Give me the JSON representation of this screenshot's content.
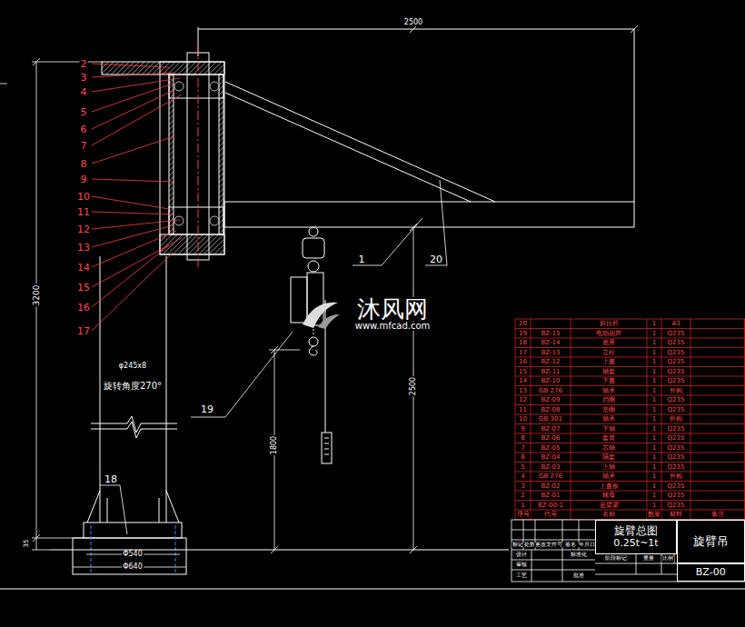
{
  "diagram": {
    "nodes": [
      {
        "text": [
          "旋臂总图",
          "0.25t~1t"
        ]
      },
      {
        "text": [
          "旋臂吊"
        ]
      },
      {
        "text": [
          "BZ-00"
        ]
      }
    ],
    "labels": [
      "2500",
      "3200",
      "2500",
      "1800",
      "φ245x8",
      "旋转角度270°",
      "Φ540",
      "Φ640",
      "35",
      "2",
      "3",
      "4",
      "5",
      "6",
      "7",
      "8",
      "9",
      "10",
      "11",
      "12",
      "13",
      "14",
      "15",
      "16",
      "17",
      "1",
      "20",
      "18",
      "19",
      "沐风网",
      "www.mfcad.com",
      "标记",
      "处数",
      "更改文件号",
      "签名",
      "年月日",
      "设计",
      "标准化",
      "审核",
      "工艺",
      "批准",
      "阶段标记",
      "重量",
      "比例",
      "20",
      "斜拉杆",
      "1",
      "A3",
      "19",
      "BZ-15",
      "电动葫芦",
      "1",
      "Q235",
      "18",
      "BZ-14",
      "底座",
      "1",
      "Q235",
      "17",
      "BZ-13",
      "立柱",
      "1",
      "Q235",
      "16",
      "BZ-12",
      "上盖",
      "1",
      "Q235",
      "15",
      "BZ-11",
      "轴套",
      "1",
      "Q235",
      "14",
      "BZ-10",
      "下盖",
      "1",
      "Q235",
      "13",
      "GB 276",
      "轴承",
      "1",
      "外购",
      "12",
      "BZ-09",
      "挡圈",
      "1",
      "Q235",
      "11",
      "BZ-08",
      "垫圈",
      "1",
      "Q235",
      "10",
      "GB 301",
      "轴承",
      "1",
      "外购",
      "9",
      "BZ-07",
      "下轴",
      "1",
      "Q235",
      "8",
      "BZ-06",
      "套筒",
      "1",
      "Q235",
      "7",
      "BZ-05",
      "芯轴",
      "1",
      "Q235",
      "6",
      "BZ-04",
      "隔套",
      "1",
      "Q235",
      "5",
      "BZ-03",
      "上轴",
      "1",
      "Q235",
      "4",
      "GB 276",
      "轴承",
      "1",
      "外购",
      "3",
      "BZ-02",
      "上盖板",
      "1",
      "Q235",
      "2",
      "BZ-01",
      "螺母",
      "1",
      "Q235",
      "1",
      "BZ-00-1",
      "悬臂梁",
      "1",
      "Q235",
      "序号",
      "代号",
      "名称",
      "数量",
      "材料",
      "备注"
    ]
  }
}
